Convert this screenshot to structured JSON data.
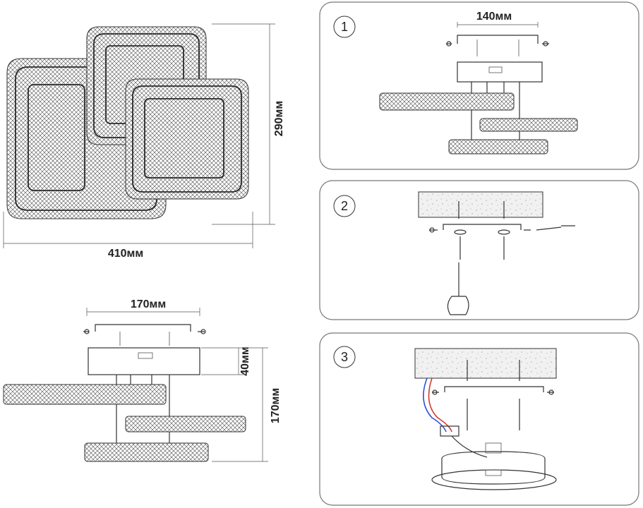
{
  "top_view": {
    "width_label": "410мм",
    "height_label": "290мм"
  },
  "side_view": {
    "bracket_label": "170мм",
    "canopy_height_label": "40мм",
    "total_height_label": "170мм"
  },
  "steps": [
    {
      "number": "1",
      "bracket_label": "140мм"
    },
    {
      "number": "2"
    },
    {
      "number": "3"
    }
  ],
  "colors": {
    "wire_blue": "#2c4fd6",
    "wire_red": "#d43b2a"
  }
}
